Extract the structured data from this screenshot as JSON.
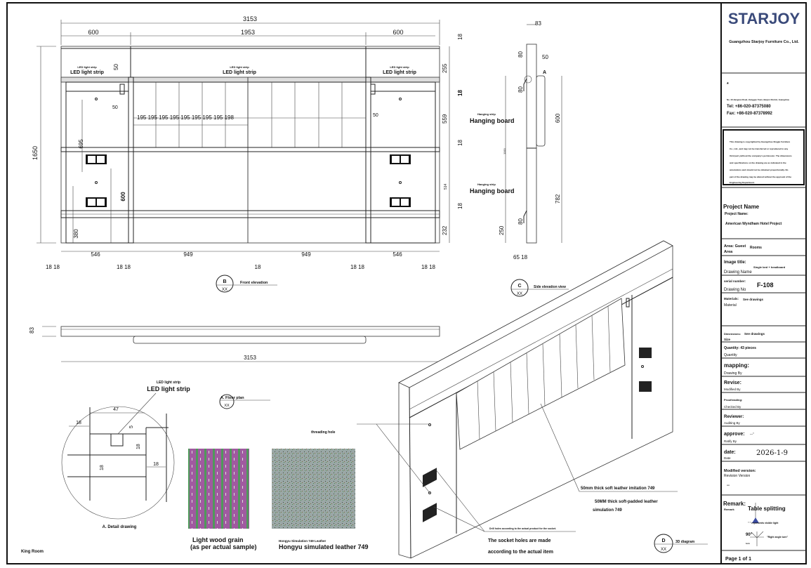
{
  "title_block": {
    "logo": "STARJOY",
    "company": "Guangzhou Starjoy Furniture Co., Ltd.",
    "bullet": "*",
    "address": "No. 18 Jiangnan Road, Jianggao Town, Baiyun District, Guangzhou",
    "tel": "Tel: +86-020-87375080",
    "fax": "Fax: +86-020-87378992",
    "copyright": [
      "This drawing is copyrighted by Guangzhou Xingjie Furniture",
      "Co., Ltd., and may not be transferred or reproduced to any",
      "third part yvithout the company's permission. The dimensions",
      "and specifications on the drawing are as indicated in the",
      "annotations and should not be obtained proportionally. No",
      "part of the drawing may be altered without the approval of the",
      "Engineering Department."
    ],
    "project_heading": "Project Name",
    "project_label": "Project Name:",
    "project_value": "American Wyndham Hotel Project",
    "area_label": "Area: Guest",
    "area_value": "Rooms",
    "area_sub": "Area",
    "image_title_label": "Image title:",
    "image_title_value": "Single bed + headboard",
    "image_title_sub": "Drawing Name",
    "serial_label": "serial number:",
    "serial_value": "F-108",
    "serial_sub": "Drawing No",
    "materials_label": "Materials:",
    "materials_value": "See drawings",
    "materials_sub": "Material",
    "dimensions_label": "Dimensions:",
    "dimensions_value": "See drawings",
    "dimensions_sub": "Size",
    "quantity_label": "Quantity: 43 pieces",
    "quantity_sub": "Quantity",
    "mapping_label": "mapping:",
    "mapping_sub": "Drawing By",
    "revise_label": "Revise:",
    "revise_sub": "Modified By",
    "proof_label": "Proofreading:",
    "proof_sub": "Checked By",
    "reviewer_label": "Reviewer:",
    "reviewer_sub": "Auditing By",
    "approve_label": "approve:",
    "approve_value": "---\"",
    "approve_sub": "Ratify By",
    "date_label": "date:",
    "date_value": "2026-1-9",
    "date_sub": "Date",
    "modified_label": "Modified version:",
    "modified_sub": "Revision Version",
    "modified_value": "--",
    "remark_label": "Remark:",
    "remark_sub": "Remark",
    "remark_table": "Table splitting",
    "remark_visible": "\" \" represents visible light",
    "remark_angle": "90°",
    "remark_turn": "\"Right angle turn\"",
    "remark_turn_sub": "turn",
    "page": "Page 1 of 1"
  },
  "front_elevation": {
    "overall_width": "3153",
    "top_dims": [
      "600",
      "1953",
      "600"
    ],
    "led_small": "LED light strip",
    "led_large": "LED light strip",
    "panel_spacing": "195 195 195 195 195 195 195 195 198",
    "dim_50": "50",
    "height": "1650",
    "right_dims": [
      "18",
      "255",
      "18",
      "559",
      "18",
      "514",
      "18",
      "232"
    ],
    "left_dims": [
      "695",
      "600",
      "380"
    ],
    "bottom_dims": [
      "546",
      "949",
      "949",
      "546"
    ],
    "bottom_thickness": [
      "18 18",
      "18 18",
      "18",
      "18 18",
      "18 18"
    ],
    "callout_letter": "B",
    "callout_sheet": "XX",
    "callout_title": "Front elevation"
  },
  "side_elevation": {
    "depth": "83",
    "dims": [
      "80",
      "50",
      "80",
      "600",
      "1100",
      "80",
      "782",
      "250",
      "65 18"
    ],
    "marker": "A",
    "hanging_small": "Hanging strip",
    "hanging_large": "Hanging board",
    "callout_letter": "C",
    "callout_sheet": "XX",
    "callout_title": "Side elevation view"
  },
  "floor_plan": {
    "depth": "83",
    "width": "3153",
    "callout_title": "A. Floor plan",
    "callout_sheet": "XX"
  },
  "detail": {
    "led_small": "LED light strip",
    "led_large": "LED light strip",
    "dims": [
      "47",
      "18",
      "5",
      "18",
      "18",
      "18"
    ],
    "title": "A. Detail drawing"
  },
  "materials": {
    "wood_label_1": "Light wood grain",
    "wood_label_2": "(as per actual sample)",
    "leather_small": "Hongyu Simulation 749 Leather",
    "leather_large": "Hongyu simulated leather 749",
    "wood_colors": [
      "#a05aa0",
      "#4f9a5a"
    ],
    "leather_colors": [
      "#9aa7a6",
      "#3e4a3a"
    ]
  },
  "diagram_3d": {
    "threading_hole": "threading hole",
    "leather_note_1": "50mm thick soft leather imitation 749",
    "leather_note_2a": "50MM thick soft-padded leather",
    "leather_note_2b": "simulation 749",
    "drill_note": "Drill holes according to the actual product for the socket.",
    "socket_note_1": "The socket holes are made",
    "socket_note_2": "according to the actual item",
    "callout_letter": "D",
    "callout_sheet": "XX",
    "callout_title": "3D diagram"
  },
  "room": "King Room"
}
